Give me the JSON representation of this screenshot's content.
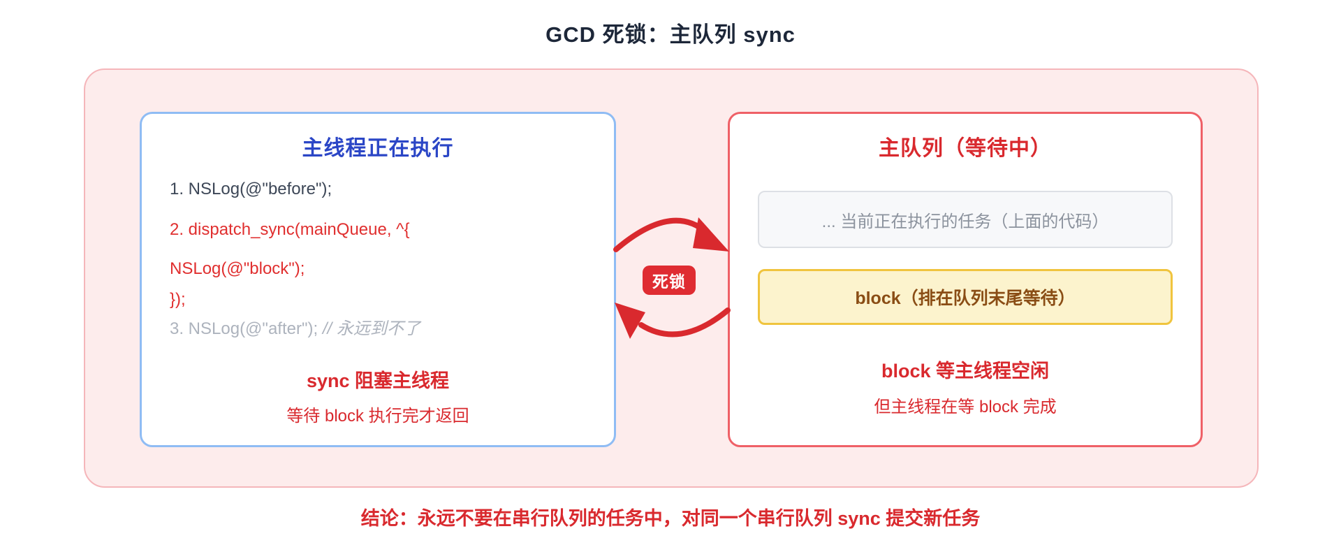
{
  "title": "GCD 死锁：主队列 sync",
  "colors": {
    "title_text": "#1d2739",
    "panel_bg": "#fdecec",
    "panel_border": "#f5b6ba",
    "left_card_border": "#8fbcf4",
    "left_card_title": "#2b46c6",
    "right_card_border": "#ef6067",
    "accent_red": "#d9292e",
    "code_red": "#e02f2f",
    "code_dark": "#3d4757",
    "code_muted": "#adb3bd",
    "queue_current_bg": "#f7f8fa",
    "queue_current_text": "#8b929d",
    "queue_waiting_bg": "#fcf3cd",
    "queue_waiting_border": "#f0c43e",
    "queue_waiting_text": "#8a4d15",
    "badge_bg": "#df2c32",
    "badge_text": "#ffffff"
  },
  "left_card": {
    "title": "主线程正在执行",
    "code_lines": [
      {
        "text": "1. NSLog(@\"before\");"
      },
      {
        "text": "2. dispatch_sync(mainQueue, ^{"
      },
      {
        "text": "NSLog(@\"block\");"
      },
      {
        "text": "});"
      },
      {
        "text": "3. NSLog(@\"after\"); ",
        "comment": "// 永远到不了"
      }
    ],
    "note_bold": "sync 阻塞主线程",
    "note": "等待 block 执行完才返回"
  },
  "center": {
    "badge": "死锁"
  },
  "right_card": {
    "title": "主队列（等待中）",
    "queue_items": [
      {
        "text": "... 当前正在执行的任务（上面的代码）"
      },
      {
        "text": "block（排在队列末尾等待）"
      }
    ],
    "note_bold": "block 等主线程空闲",
    "note": "但主线程在等 block 完成"
  },
  "conclusion": "结论：永远不要在串行队列的任务中，对同一个串行队列 sync 提交新任务"
}
